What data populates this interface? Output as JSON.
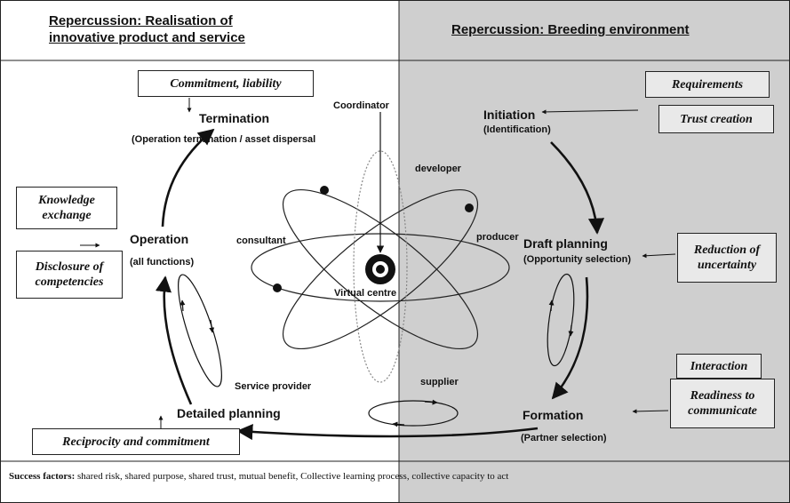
{
  "headers": {
    "left_line1": "Repercussion: Realisation of",
    "left_line2": "innovative product and service",
    "right": "Repercussion: Breeding environment"
  },
  "stages": {
    "termination": "Termination",
    "termination_sub": "(Operation termination / asset dispersal",
    "operation": "Operation",
    "operation_sub": "(all functions)",
    "detailed_planning": "Detailed planning",
    "initiation": "Initiation",
    "initiation_sub": "(Identification)",
    "draft_planning": "Draft planning",
    "draft_planning_sub": "(Opportunity selection)",
    "formation": "Formation",
    "formation_sub": "(Partner selection)"
  },
  "roles": {
    "coordinator": "Coordinator",
    "developer": "developer",
    "consultant": "consultant",
    "producer": "producer",
    "virtual_centre": "Virtual centre",
    "service_provider": "Service provider",
    "supplier": "supplier"
  },
  "boxes": {
    "commitment": "Commitment, liability",
    "knowledge_1": "Knowledge",
    "knowledge_2": "exchange",
    "disclosure_1": "Disclosure of",
    "disclosure_2": "competencies",
    "reciprocity": "Reciprocity and commitment",
    "requirements": "Requirements",
    "trust": "Trust creation",
    "reduction_1": "Reduction of",
    "reduction_2": "uncertainty",
    "interaction": "Interaction",
    "readiness_1": "Readiness to",
    "readiness_2": "communicate"
  },
  "footer": {
    "label": "Success factors:",
    "text": " shared risk, shared purpose, shared trust, mutual benefit,  Collective learning process, collective capacity to act"
  },
  "colors": {
    "right_panel": "#cfcfcf",
    "line": "#111111"
  }
}
